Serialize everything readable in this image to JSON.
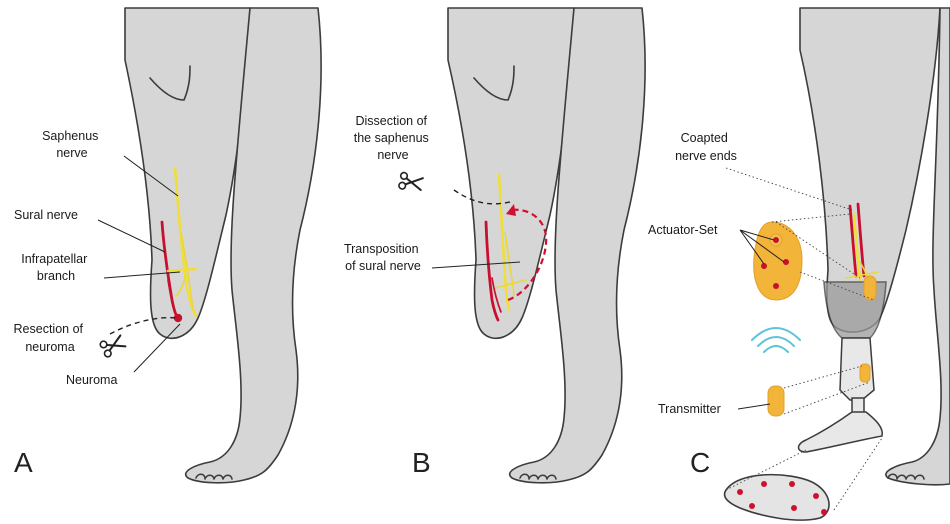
{
  "panels": [
    {
      "letter": "A",
      "labels": {
        "saphenus": [
          "Saphenus",
          "nerve"
        ],
        "sural": "Sural nerve",
        "infrapatellar": [
          "Infrapatellar",
          "branch"
        ],
        "resection": [
          "Resection of",
          "neuroma"
        ],
        "neuroma": "Neuroma"
      }
    },
    {
      "letter": "B",
      "labels": {
        "dissection": [
          "Dissection of",
          "the saphenus",
          "nerve"
        ],
        "transposition": [
          "Transposition",
          "of sural nerve"
        ]
      }
    },
    {
      "letter": "C",
      "labels": {
        "coapted": [
          "Coapted",
          "nerve ends"
        ],
        "actuator": "Actuator-Set",
        "transmitter": "Transmitter"
      }
    }
  ],
  "colors": {
    "skin": "#d6d6d6",
    "nerve_sural": "#c8102e",
    "nerve_saphenus": "#f0de3a",
    "actuator": "#f3b43a",
    "signal": "#5cc3d8"
  },
  "icons": [
    "scissors-icon",
    "wireless-signal-icon"
  ]
}
